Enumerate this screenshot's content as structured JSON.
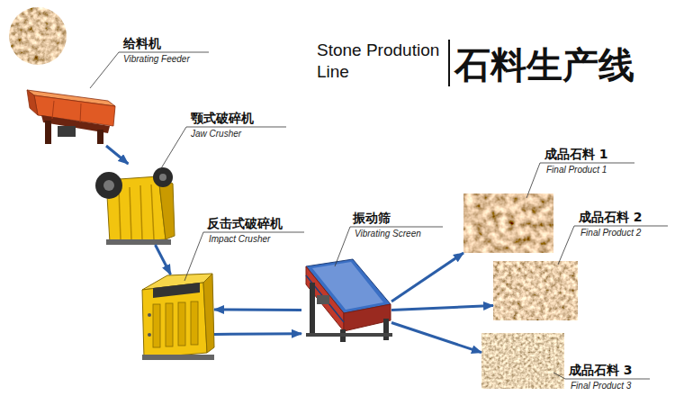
{
  "diagram": {
    "title": "Stone Prodution Line",
    "nodes": [
      {
        "text": [
          "给料机",
          "Vibrating Feeder"
        ]
      },
      {
        "text": [
          "颚式破碎机",
          "Jaw Crusher"
        ]
      },
      {
        "text": [
          "反击式破碎机",
          "Impact Crusher"
        ]
      },
      {
        "text": [
          "振动筛",
          "Vibrating Screen"
        ]
      },
      {
        "text": [
          "成品石料 1",
          "Final Product 1"
        ]
      },
      {
        "text": [
          "成品石料 2",
          "Final Product 2"
        ]
      },
      {
        "text": [
          "成品石料 3",
          "Final Product 3"
        ]
      }
    ],
    "edges": [
      {
        "from": 0,
        "to": 1,
        "arrow": "to"
      },
      {
        "from": 1,
        "to": 2,
        "arrow": "to"
      },
      {
        "from": 3,
        "to": 2,
        "arrow": "to"
      },
      {
        "from": 2,
        "to": 3,
        "arrow": "to"
      },
      {
        "from": 3,
        "to": 4,
        "arrow": "to"
      },
      {
        "from": 3,
        "to": 5,
        "arrow": "to"
      },
      {
        "from": 3,
        "to": 6,
        "arrow": "to"
      }
    ],
    "labels": [
      "石料生产线"
    ]
  }
}
